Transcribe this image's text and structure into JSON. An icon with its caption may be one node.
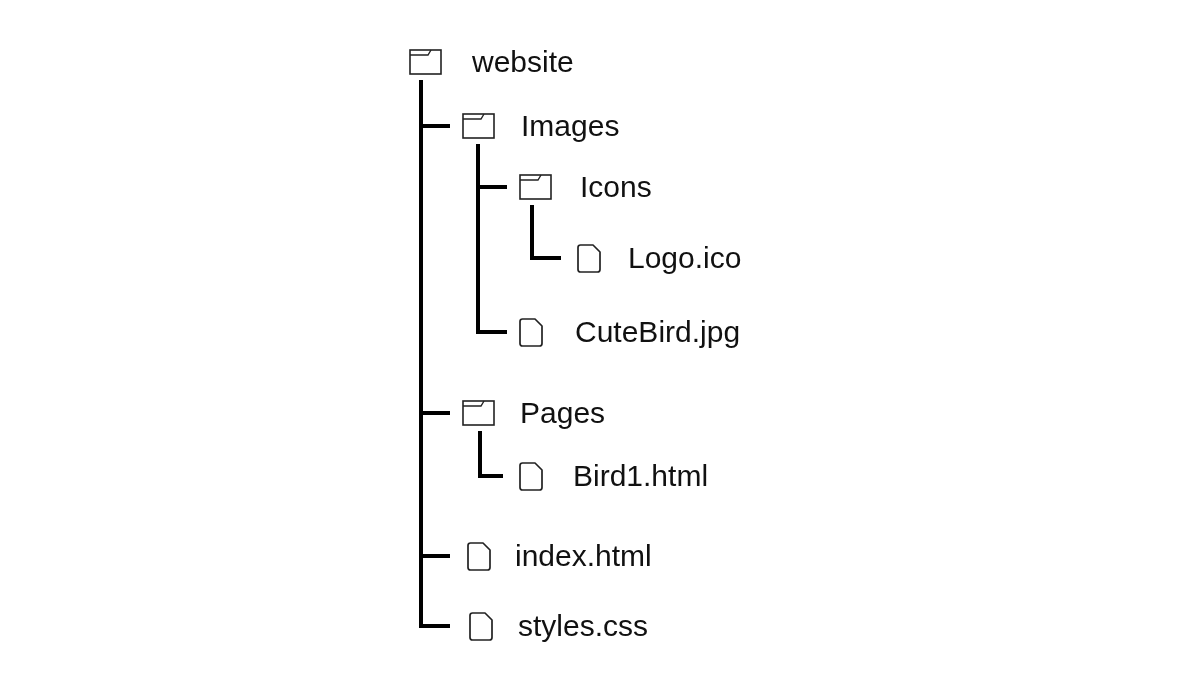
{
  "diagram": {
    "nodes": [
      {
        "text": [
          "website"
        ]
      },
      {
        "text": [
          "Images"
        ]
      },
      {
        "text": [
          "Icons"
        ]
      },
      {
        "text": [
          "Logo.ico"
        ]
      },
      {
        "text": [
          "CuteBird.jpg"
        ]
      },
      {
        "text": [
          "Pages"
        ]
      },
      {
        "text": [
          "Bird1.html"
        ]
      },
      {
        "text": [
          "index.html"
        ]
      },
      {
        "text": [
          "styles.css"
        ]
      }
    ],
    "edges": [
      {
        "from": 0,
        "to": 1,
        "arrow": "none"
      },
      {
        "from": 1,
        "to": 2,
        "arrow": "none"
      },
      {
        "from": 2,
        "to": 3,
        "arrow": "none"
      },
      {
        "from": 1,
        "to": 4,
        "arrow": "none"
      },
      {
        "from": 0,
        "to": 5,
        "arrow": "none"
      },
      {
        "from": 5,
        "to": 6,
        "arrow": "none"
      },
      {
        "from": 0,
        "to": 7,
        "arrow": "none"
      },
      {
        "from": 0,
        "to": 8,
        "arrow": "none"
      }
    ]
  }
}
